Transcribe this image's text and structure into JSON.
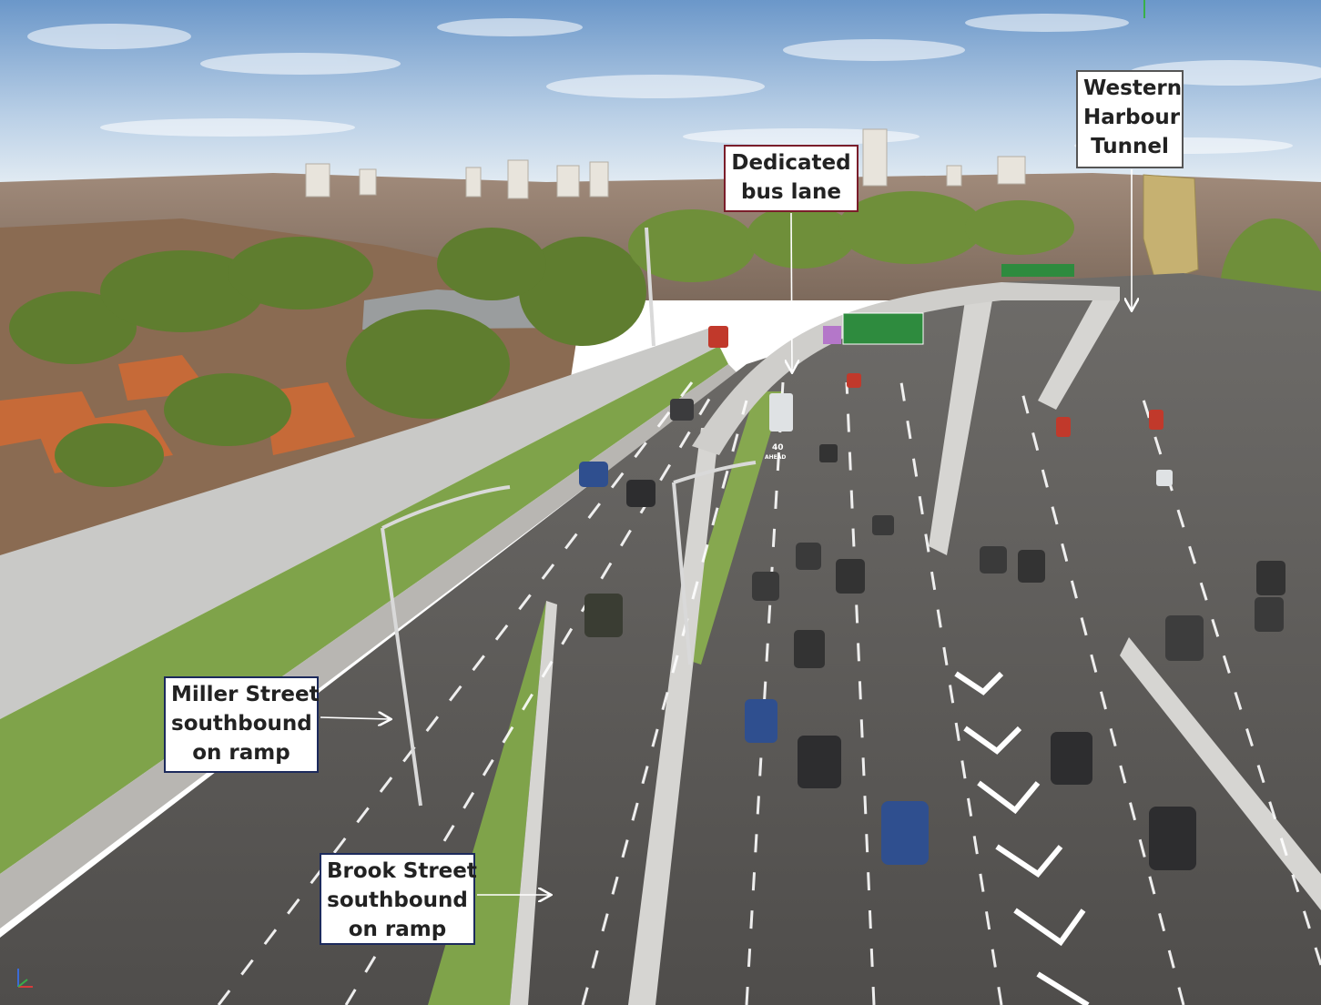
{
  "colors": {
    "navy_border": "#1c2a5c",
    "maroon_border": "#7a1d2a",
    "grey_border": "#555555",
    "arrow": "#ffffff",
    "sky_top": "#5f8fc4",
    "sky_bottom": "#dfe9f2",
    "road": "#5c5a58",
    "grass": "#7fa34a",
    "wall": "#c9c9c7"
  },
  "callouts": {
    "miller": {
      "lines": [
        "Miller Street",
        "southbound",
        "on ramp"
      ]
    },
    "brook": {
      "lines": [
        "Brook Street",
        "southbound",
        "on ramp"
      ]
    },
    "bus_lane": {
      "lines": [
        "Dedicated",
        "bus lane"
      ]
    },
    "western_harbour": {
      "lines": [
        "Western",
        "Harbour",
        "Tunnel"
      ]
    }
  },
  "signs": {
    "speed_marking": "40",
    "ahead_marking": "AHEAD"
  }
}
